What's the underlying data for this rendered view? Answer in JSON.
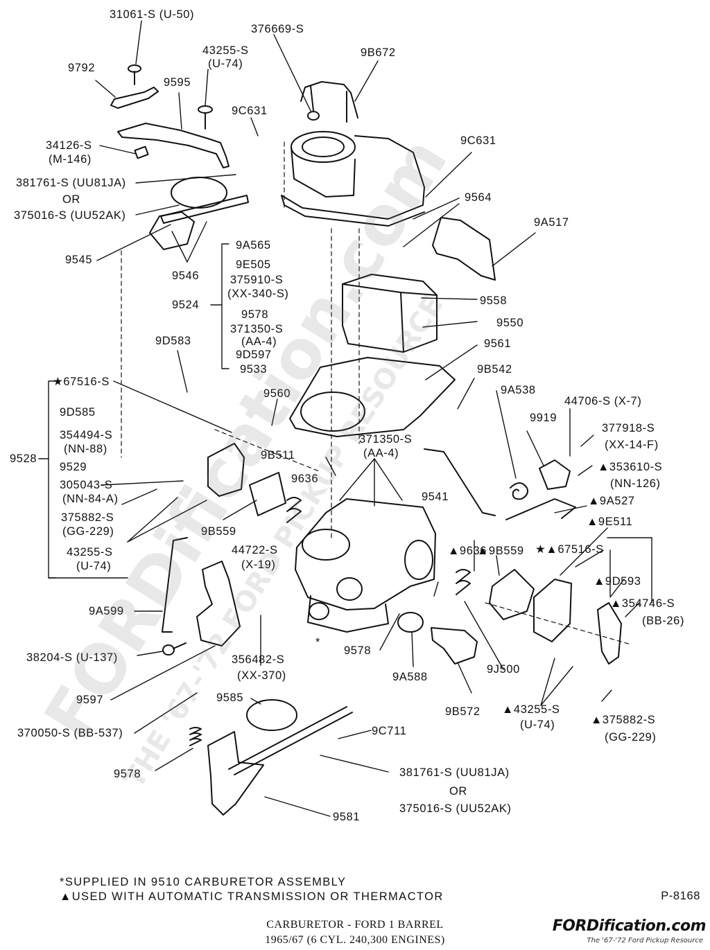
{
  "labels": [
    {
      "id": "31061-s-u-50",
      "text": "31061-S (U-50)"
    },
    {
      "id": "376669-s",
      "text": "376669-S"
    },
    {
      "id": "43255-s-top",
      "text": "43255-S"
    },
    {
      "id": "u-74-top",
      "text": "(U-74)"
    },
    {
      "id": "9b672",
      "text": "9B672"
    },
    {
      "id": "9792",
      "text": "9792"
    },
    {
      "id": "9595",
      "text": "9595"
    },
    {
      "id": "9c631-left",
      "text": "9C631"
    },
    {
      "id": "9c631-right",
      "text": "9C631"
    },
    {
      "id": "34126-s",
      "text": "34126-S"
    },
    {
      "id": "m-146",
      "text": "(M-146)"
    },
    {
      "id": "381761-s-top",
      "text": "381761-S (UU81JA)"
    },
    {
      "id": "or-top",
      "text": "OR"
    },
    {
      "id": "375016-s-top",
      "text": "375016-S (UU52AK)"
    },
    {
      "id": "9564",
      "text": "9564"
    },
    {
      "id": "9a517",
      "text": "9A517"
    },
    {
      "id": "9a565",
      "text": "9A565"
    },
    {
      "id": "9e505",
      "text": "9E505"
    },
    {
      "id": "375910-s",
      "text": "375910-S"
    },
    {
      "id": "xx-340-s",
      "text": "(XX-340-S)"
    },
    {
      "id": "9545",
      "text": "9545"
    },
    {
      "id": "9546",
      "text": "9546"
    },
    {
      "id": "9524",
      "text": "9524"
    },
    {
      "id": "9578-a",
      "text": "9578"
    },
    {
      "id": "371350-s-a",
      "text": "371350-S"
    },
    {
      "id": "aa-4-a",
      "text": "(AA-4)"
    },
    {
      "id": "9d597",
      "text": "9D597"
    },
    {
      "id": "9533",
      "text": "9533"
    },
    {
      "id": "9558",
      "text": "9558"
    },
    {
      "id": "9550",
      "text": "9550"
    },
    {
      "id": "9561",
      "text": "9561"
    },
    {
      "id": "9d583",
      "text": "9D583"
    },
    {
      "id": "9b542",
      "text": "9B542"
    },
    {
      "id": "67516-s-left",
      "text": "★67516-S"
    },
    {
      "id": "9a538",
      "text": "9A538"
    },
    {
      "id": "9560",
      "text": "9560"
    },
    {
      "id": "44706-s",
      "text": "44706-S (X-7)"
    },
    {
      "id": "9919",
      "text": "9919"
    },
    {
      "id": "377918-s",
      "text": "377918-S"
    },
    {
      "id": "xx-14-f",
      "text": "(XX-14-F)"
    },
    {
      "id": "9d585",
      "text": "9D585"
    },
    {
      "id": "354494-s",
      "text": "354494-S"
    },
    {
      "id": "nn-88",
      "text": "(NN-88)"
    },
    {
      "id": "9528",
      "text": "9528"
    },
    {
      "id": "9529",
      "text": "9529"
    },
    {
      "id": "371350-s-b",
      "text": "371350-S"
    },
    {
      "id": "aa-4-b",
      "text": "(AA-4)"
    },
    {
      "id": "9b511",
      "text": "9B511"
    },
    {
      "id": "353610-s",
      "text": "▲353610-S"
    },
    {
      "id": "nn-126",
      "text": "(NN-126)"
    },
    {
      "id": "305043-s",
      "text": "305043-S"
    },
    {
      "id": "nn-84-a",
      "text": "(NN-84-A)"
    },
    {
      "id": "9636-a",
      "text": "9636"
    },
    {
      "id": "9541",
      "text": "9541"
    },
    {
      "id": "9a527",
      "text": "▲9A527"
    },
    {
      "id": "375882-s-left",
      "text": "375882-S"
    },
    {
      "id": "gg-229-left",
      "text": "(GG-229)"
    },
    {
      "id": "9b559-left",
      "text": "9B559"
    },
    {
      "id": "9e511",
      "text": "▲9E511"
    },
    {
      "id": "43255-s-left",
      "text": "43255-S"
    },
    {
      "id": "u-74-left",
      "text": "(U-74)"
    },
    {
      "id": "44722-s",
      "text": "44722-S"
    },
    {
      "id": "x-19",
      "text": "(X-19)"
    },
    {
      "id": "9636-b",
      "text": "▲9636"
    },
    {
      "id": "9b559-right",
      "text": "▲9B559"
    },
    {
      "id": "67516-s-right",
      "text": "★▲67516-S"
    },
    {
      "id": "9d593",
      "text": "▲9D593"
    },
    {
      "id": "354746-s",
      "text": "▲354746-S"
    },
    {
      "id": "bb-26",
      "text": "(BB-26)"
    },
    {
      "id": "9a599",
      "text": "9A599"
    },
    {
      "id": "star-mark",
      "text": "*"
    },
    {
      "id": "9578-b",
      "text": "9578"
    },
    {
      "id": "38204-s",
      "text": "38204-S (U-137)"
    },
    {
      "id": "356482-s",
      "text": "356482-S"
    },
    {
      "id": "xx-370",
      "text": "(XX-370)"
    },
    {
      "id": "9a588",
      "text": "9A588"
    },
    {
      "id": "9j500",
      "text": "9J500"
    },
    {
      "id": "9597",
      "text": "9597"
    },
    {
      "id": "9585",
      "text": "9585"
    },
    {
      "id": "9b572",
      "text": "9B572"
    },
    {
      "id": "43255-s-right",
      "text": "▲43255-S"
    },
    {
      "id": "u-74-right",
      "text": "(U-74)"
    },
    {
      "id": "375882-s-right",
      "text": "▲375882-S"
    },
    {
      "id": "gg-229-right",
      "text": "(GG-229)"
    },
    {
      "id": "370050-s",
      "text": "370050-S (BB-537)"
    },
    {
      "id": "9c711",
      "text": "9C711"
    },
    {
      "id": "9578-c",
      "text": "9578"
    },
    {
      "id": "381761-s-bottom",
      "text": "381761-S (UU81JA)"
    },
    {
      "id": "or-bottom",
      "text": "OR"
    },
    {
      "id": "375016-s-bottom",
      "text": "375016-S (UU52AK)"
    },
    {
      "id": "9581",
      "text": "9581"
    }
  ],
  "notes": {
    "supplied": "*SUPPLIED IN 9510 CARBURETOR ASSEMBLY",
    "automatic": "▲USED WITH AUTOMATIC TRANSMISSION OR THERMACTOR",
    "plate_number": "P-8168"
  },
  "caption": {
    "line1": "CARBURETOR - FORD 1 BARREL",
    "line2": "1965/67    (6 CYL. 240,300 ENGINES)"
  },
  "watermark": {
    "main": "FORDification.com",
    "sub": "THE '67-'72 FORD PICKUP RESOURCE"
  },
  "logo": {
    "text": "FORDification.com",
    "tagline": "The '67-'72 Ford Pickup Resource"
  }
}
